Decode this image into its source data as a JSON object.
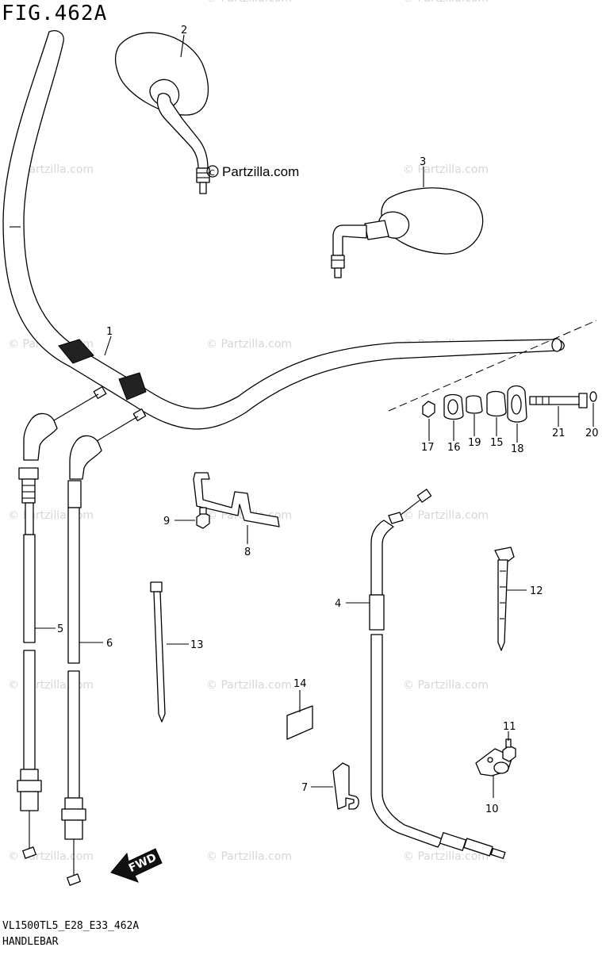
{
  "figure": {
    "title": "FIG.462A",
    "code": "VL1500TL5_E28_E33_462A",
    "caption": "HANDLEBAR"
  },
  "brand_label": "Partzilla.com",
  "watermark_text": "© Partzilla.com",
  "fwd_arrow_label": "FWD",
  "callouts": [
    "1",
    "2",
    "3",
    "4",
    "5",
    "6",
    "7",
    "8",
    "9",
    "10",
    "11",
    "12",
    "13",
    "14",
    "15",
    "16",
    "17",
    "18",
    "19",
    "20",
    "21"
  ]
}
